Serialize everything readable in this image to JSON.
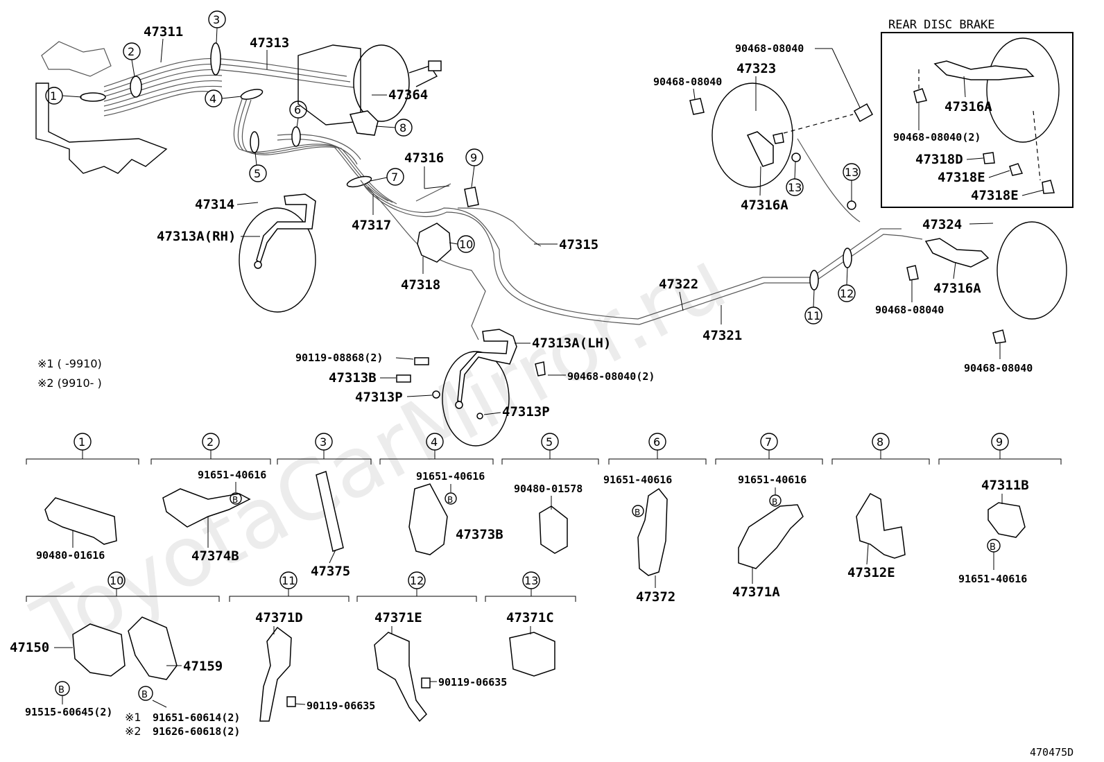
{
  "diagram": {
    "watermark": "ToyotaCarMirror.ru",
    "diagram_code": "470475D",
    "inset_title": "REAR DISC BRAKE",
    "note_1": "※1  (     -9910)",
    "note_2": "※2  (9910-      )",
    "callouts": {
      "upper_left": [
        {
          "id": "c1",
          "num": "1"
        },
        {
          "id": "c2",
          "num": "2"
        },
        {
          "id": "c3",
          "num": "3"
        },
        {
          "id": "c4",
          "num": "4"
        },
        {
          "id": "c5",
          "num": "5"
        },
        {
          "id": "c6",
          "num": "6"
        },
        {
          "id": "c7",
          "num": "7"
        },
        {
          "id": "c8",
          "num": "8"
        },
        {
          "id": "c9",
          "num": "9"
        },
        {
          "id": "c10",
          "num": "10"
        },
        {
          "id": "c11",
          "num": "11"
        },
        {
          "id": "c12",
          "num": "12"
        },
        {
          "id": "c13a",
          "num": "13"
        },
        {
          "id": "c13b",
          "num": "13"
        }
      ]
    },
    "labels": {
      "p47311": "47311",
      "p47313": "47313",
      "p47364": "47364",
      "p47314": "47314",
      "p47313a_rh": "47313A(RH)",
      "p47316": "47316",
      "p47317": "47317",
      "p47315": "47315",
      "p47318": "47318",
      "p47322": "47322",
      "p47321": "47321",
      "p47313a_lh": "47313A(LH)",
      "p90119_08868": "90119-08868(2)",
      "p47313b": "47313B",
      "p47313p_1": "47313P",
      "p47313p_2": "47313P",
      "p90468_mid": "90468-08040(2)",
      "p90468_top": "90468-08040",
      "p90468_left": "90468-08040",
      "p47323": "47323",
      "p47316a_1": "47316A",
      "p47316a_2": "47316A",
      "p47316a_3": "47316A",
      "p90468_inset": "90468-08040(2)",
      "p47318d": "47318D",
      "p47318e_1": "47318E",
      "p47318e_2": "47318E",
      "p47324": "47324",
      "p90468_r1": "90468-08040",
      "p90468_r2": "90468-08040"
    },
    "bottom_groups": [
      {
        "num": "1",
        "parts": [
          "90480-01616"
        ]
      },
      {
        "num": "2",
        "parts": [
          "91651-40616",
          "47374B"
        ]
      },
      {
        "num": "3",
        "parts": [
          "47375"
        ]
      },
      {
        "num": "4",
        "parts": [
          "91651-40616",
          "47373B"
        ]
      },
      {
        "num": "5",
        "parts": [
          "90480-01578"
        ]
      },
      {
        "num": "6",
        "parts": [
          "91651-40616",
          "47372"
        ]
      },
      {
        "num": "7",
        "parts": [
          "91651-40616",
          "47371A"
        ]
      },
      {
        "num": "8",
        "parts": [
          "47312E"
        ]
      },
      {
        "num": "9",
        "parts": [
          "47311B",
          "91651-40616"
        ]
      },
      {
        "num": "10",
        "parts": [
          "47150",
          "47159",
          "91515-60645(2)",
          "91651-60614(2)",
          "91626-60618(2)"
        ]
      },
      {
        "num": "11",
        "parts": [
          "47371D",
          "90119-06635"
        ]
      },
      {
        "num": "12",
        "parts": [
          "47371E",
          "90119-06635"
        ]
      },
      {
        "num": "13",
        "parts": [
          "47371C"
        ]
      }
    ],
    "b_marker": "B",
    "ref1": "※1",
    "ref2": "※2"
  }
}
